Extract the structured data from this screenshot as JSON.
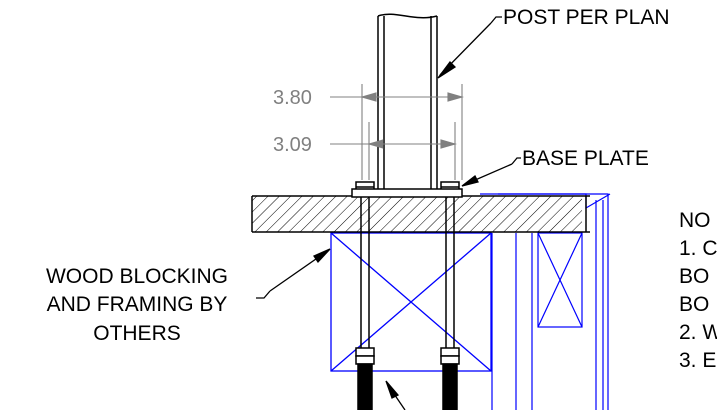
{
  "labels": {
    "post": "POST PER PLAN",
    "base_plate": "BASE PLATE",
    "blocking_line1": "WOOD BLOCKING",
    "blocking_line2": "AND FRAMING BY",
    "blocking_line3": "OTHERS"
  },
  "dimensions": {
    "outer": "3.80",
    "inner": "3.09"
  },
  "notes": {
    "heading": "NO",
    "line1": "1. C",
    "line2": "BO",
    "line3": "BO",
    "line4": "2. W",
    "line5": "3. E"
  },
  "colors": {
    "linework": "#000000",
    "dimension": "#808080",
    "framing": "#0000ff"
  }
}
